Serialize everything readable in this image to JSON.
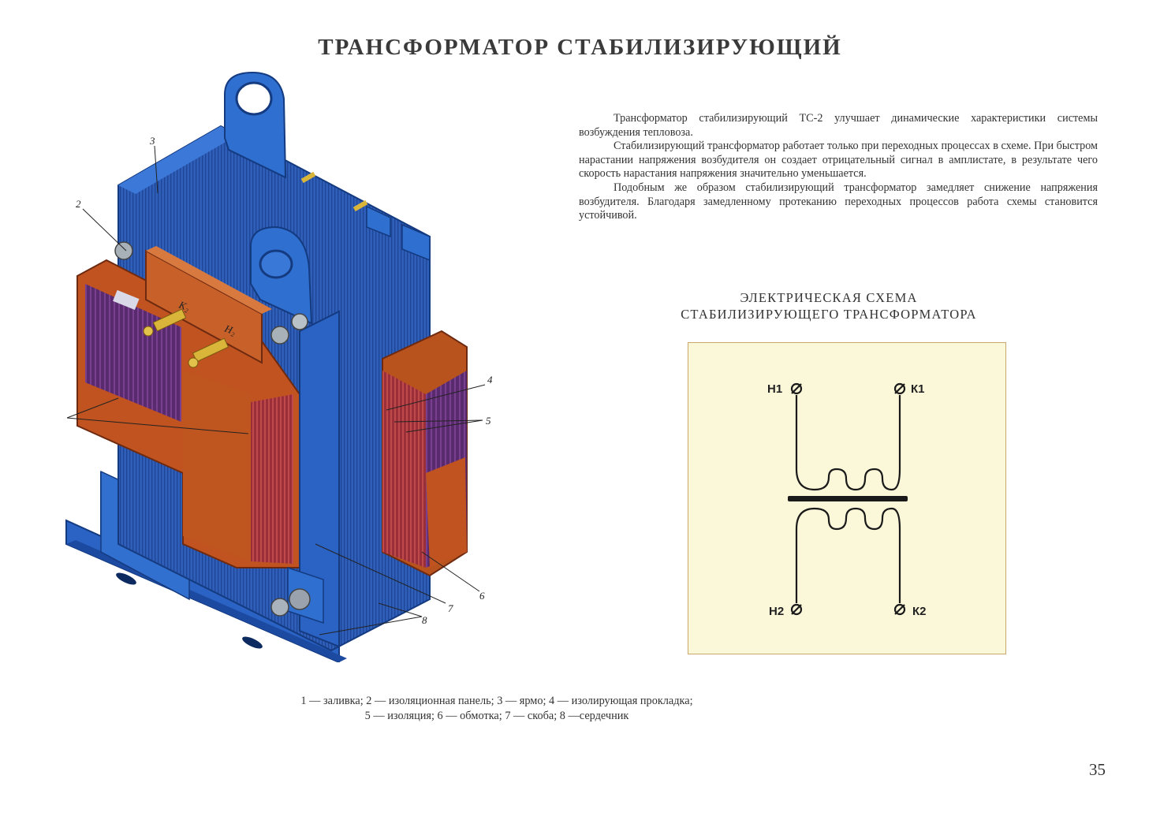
{
  "page": {
    "title": "ТРАНСФОРМАТОР СТАБИЛИЗИРУЮЩИЙ",
    "page_number": "35"
  },
  "intro": {
    "paragraphs": [
      "Трансформатор стабилизирующий ТС-2 улучшает динамические характеристики системы возбуждения тепловоза.",
      "Стабилизирующий трансформатор работает только при переходных процессах в схеме. При быстром нарастании напряжения возбудителя он создает отрицательный сигнал в амплистате, в результате чего скорость нарастания напряжения значительно уменьшается.",
      "Подобным же образом стабилизирующий трансформатор замедляет снижение напряжения возбудителя. Благодаря замедленному протеканию переходных процессов работа схемы становится устойчивой."
    ]
  },
  "schema": {
    "title_line1": "ЭЛЕКТРИЧЕСКАЯ СХЕМА",
    "title_line2": "СТАБИЛИЗИРУЮЩЕГО ТРАНСФОРМАТОРА",
    "terminals": {
      "h1": "Н1",
      "k1": "К1",
      "h2": "Н2",
      "k2": "К2"
    }
  },
  "illustration": {
    "callouts": {
      "c2": "2",
      "c3": "3",
      "c4": "4",
      "c5": "5",
      "c6": "6",
      "c7": "7",
      "c8": "8"
    },
    "plate_labels": {
      "k2": "К₂",
      "h2": "Н₂"
    }
  },
  "caption": {
    "line1": "1 — заливка; 2 — изоляционная панель; 3 — ярмо; 4 — изолирующая прокладка;",
    "line2": "5 — изоляция; 6 — обмотка; 7 — скоба; 8 —сердечник"
  },
  "colors": {
    "core_blue": "#2f5fb8",
    "winding_orange": "#c0531f",
    "schema_bg": "#fbf7d9"
  }
}
